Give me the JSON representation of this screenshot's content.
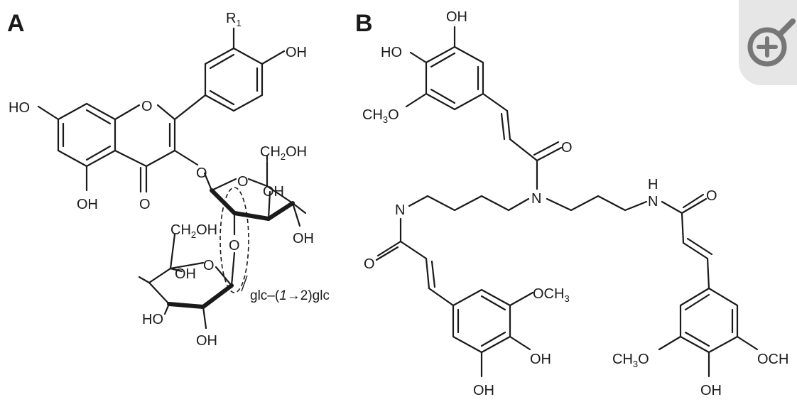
{
  "panels": {
    "a": {
      "label": "A",
      "r1": "R",
      "r1_sub": "1",
      "oh": "OH",
      "ho": "HO",
      "ho_left": "HO",
      "ring_o": "O",
      "carbonyl_o": "O",
      "ch2oh_top_pre": "CH",
      "ch2oh_top_sub": "2",
      "ch2oh_top_post": "OH",
      "ch2oh_mid_pre": "CH",
      "ch2oh_mid_sub": "2",
      "ch2oh_mid_post": "OH",
      "linkage": "glc–(1→2)glc",
      "linkage_pre": "glc–(",
      "linkage_num1": "1",
      "linkage_arrow": "→",
      "linkage_post": "2)glc"
    },
    "b": {
      "label": "B",
      "oh": "OH",
      "ho": "HO",
      "n": "N",
      "h": "H",
      "o": "O",
      "ch3o_pre": "CH",
      "ch3o_sub": "3",
      "ch3o_post": "O",
      "och3_pre": "OCH",
      "och3_sub": "3",
      "och_cut": "OCH"
    }
  },
  "controls": {
    "zoom_icon": "zoom-in-icon"
  },
  "colors": {
    "ink": "#1a1a1a",
    "zoom_bg": "#e6e6e6",
    "zoom_icon": "#777777"
  }
}
